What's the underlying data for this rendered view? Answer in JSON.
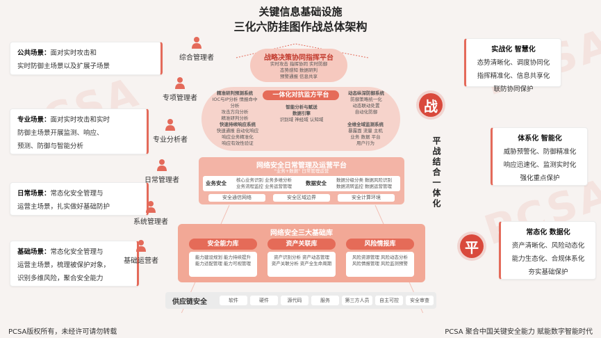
{
  "title": {
    "line1": "关键信息基础设施",
    "line2": "三化六防挂图作战总体架构"
  },
  "watermark": "PCSA",
  "left_cards": [
    {
      "head": "公共场景：",
      "body": [
        "面对实时攻击和",
        "实时防御主场景以及扩展子场景"
      ]
    },
    {
      "head": "专业场景：",
      "body": [
        "面对实时攻击和实时",
        "防御主场景开展监测、响应、",
        "预测、防御与智能分析"
      ]
    },
    {
      "head": "日常场景：",
      "body": [
        "常态化安全管理与",
        "运营主场景，扎实做好基础防护"
      ]
    },
    {
      "head": "基础场景：",
      "body": [
        "常态化安全管理与",
        "运营主场景，梳理被保护对象，",
        "识别多维风险，聚合安全能力"
      ]
    }
  ],
  "roles": [
    "综合管理者",
    "专项管理者",
    "专业分析者",
    "日常管理者",
    "系统管理者",
    "基础运营者"
  ],
  "right_cards": [
    {
      "head": "实战化  智慧化",
      "body": [
        "态势清晰化、调度协同化",
        "指挥精准化、信息共享化",
        "联防协同保护"
      ]
    },
    {
      "head": "体系化  智能化",
      "body": [
        "威胁预警化、防御精准化",
        "响应迅速化、监测实时化",
        "强化重点保护"
      ]
    },
    {
      "head": "常态化  数据化",
      "body": [
        "资产清晰化、风险动态化",
        "能力生态化、合规体系化",
        "夯实基础保护"
      ]
    }
  ],
  "badges": {
    "war": "战",
    "peace": "平"
  },
  "vertical_text": "平战结合一体化",
  "tier1": {
    "title": "战略决策协同指挥平台",
    "items": [
      "实时攻击",
      "指挥协同",
      "实时防御",
      "态势感知",
      "数据研判",
      "预警通报",
      "信息共享"
    ]
  },
  "tier2": {
    "title": "一体化对抗监方平台",
    "left_title": "精准研判预测系统",
    "left_items": [
      "IOC与IP分析",
      "情报命中分析",
      "攻击方向分析",
      "精准研判分析"
    ],
    "right_title": "动态纵深防御系统",
    "right_items": [
      "防御策略统一化",
      "动态联动处置",
      "自动化防御"
    ],
    "center_title": "智能分析与赋送",
    "center_sub": "数据引擎",
    "center_items": [
      "识别域",
      "神经域",
      "认知域"
    ],
    "bl_title": "快速持续响应系统",
    "bl_items": [
      "快速通报",
      "自动化响应",
      "响应业务精准化",
      "响应有效性验证"
    ],
    "br_title": "全维全域监测系统",
    "br_items": [
      "暴露面",
      "流量",
      "主机",
      "业务",
      "数据",
      "平台",
      "用户行为"
    ]
  },
  "tier3": {
    "title": "网络安全日常管理及运营平台",
    "sub": "\"业务+数据\" 日常管理运营",
    "sections": [
      "业务安全",
      "数据安全"
    ],
    "items": [
      "核心业务识别",
      "业务多维分析",
      "业务流程监控",
      "业务运营管理",
      "数据分级分类",
      "数据风险识别",
      "数据流转监控",
      "数据运营管理"
    ],
    "pills": [
      "安全通信网络",
      "安全区域边界",
      "安全计算环境"
    ]
  },
  "tier4": {
    "title": "网络安全三大基础库",
    "dbs": [
      {
        "name": "安全能力库",
        "items": [
          "能力建设规划",
          "能力持续提升",
          "能力适配管理",
          "能力可视管理"
        ]
      },
      {
        "name": "资产关联库",
        "items": [
          "资产识别分析",
          "资产动态管理",
          "资产关联分析",
          "资产全生命周期"
        ]
      },
      {
        "name": "风险情报库",
        "items": [
          "风险资源管理",
          "风险动态分析",
          "风险情报管理",
          "风险监测预警"
        ]
      }
    ]
  },
  "supply_chain": {
    "label": "供应链安全",
    "items": [
      "软件",
      "硬件",
      "源代码",
      "服务",
      "第三方人员",
      "自主可控",
      "安全审查"
    ]
  },
  "footer": {
    "left": "PCSA版权所有，未经许可请勿转载",
    "right": "PCSA 聚合中国关键安全能力    赋能数字智能时代"
  },
  "colors": {
    "accent": "#e46a5a",
    "badge": "#d9493c",
    "slab_light": "#f6c9bf",
    "slab_mid": "#f2a896",
    "slab_dark": "#e56b58"
  }
}
